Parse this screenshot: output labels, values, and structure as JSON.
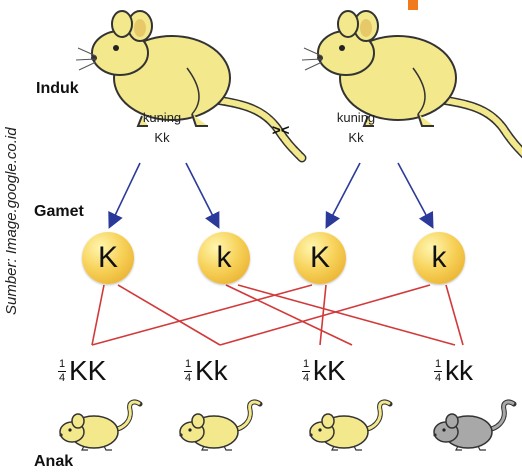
{
  "source_note": "Sumber: Image.google.co.id",
  "labels": {
    "parent_row": "Induk",
    "gamete_row": "Gamet",
    "offspring_row": "Anak"
  },
  "parents": [
    {
      "phenotype": "kuning",
      "genotype": "Kk"
    },
    {
      "phenotype": "kuning",
      "genotype": "Kk"
    }
  ],
  "cross_symbol": "><",
  "gametes": [
    "K",
    "k",
    "K",
    "k"
  ],
  "offspring": [
    {
      "num": "1",
      "den": "4",
      "genotype": "KK",
      "color": "yellow"
    },
    {
      "num": "1",
      "den": "4",
      "genotype": "Kk",
      "color": "yellow"
    },
    {
      "num": "1",
      "den": "4",
      "genotype": "kK",
      "color": "yellow"
    },
    {
      "num": "1",
      "den": "4",
      "genotype": "kk",
      "color": "gray"
    }
  ],
  "colors": {
    "arrow": "#2b3a9a",
    "cross_lines": "#d23a3a",
    "mouse_yellow": "#f3e98c",
    "mouse_gray": "#a8a8a8",
    "gamete": "#f7d25a"
  }
}
